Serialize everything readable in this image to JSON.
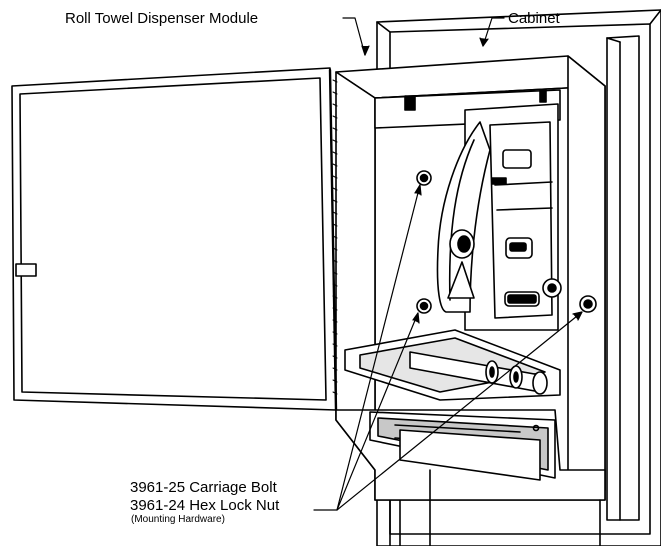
{
  "labels": {
    "module": "Roll Towel Dispenser Module",
    "cabinet": "Cabinet",
    "bolt": "3961-25 Carriage Bolt",
    "nut": "3961-24 Hex Lock Nut",
    "hardware": "(Mounting Hardware)"
  },
  "colors": {
    "line": "#000000",
    "background": "#ffffff",
    "shadow": "#c8c8c8",
    "shade": "#e6e6e6"
  }
}
